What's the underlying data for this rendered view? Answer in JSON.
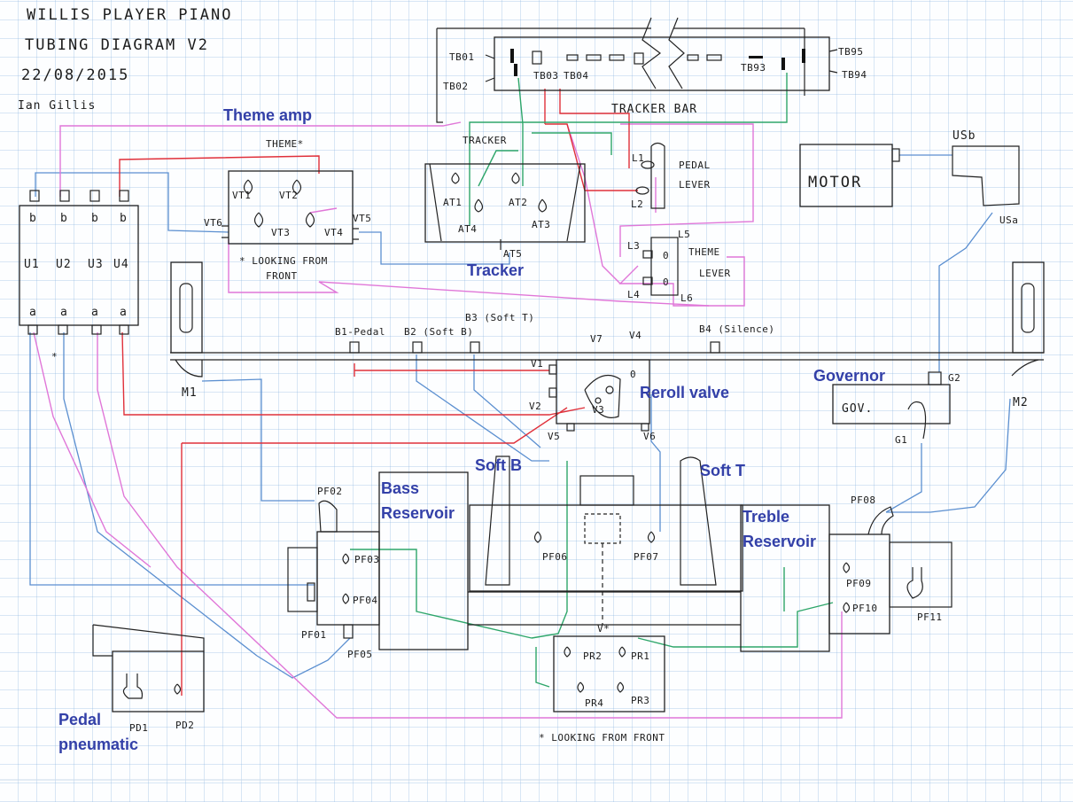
{
  "header": {
    "line1": "WILLIS PLAYER PIANO",
    "line2": "TUBING DIAGRAM V2",
    "line3": "22/08/2015",
    "line4": "Ian Gillis"
  },
  "labels": {
    "theme_amp": "Theme amp",
    "tracker": "Tracker",
    "reroll_valve": "Reroll valve",
    "governor": "Governor",
    "soft_b": "Soft B",
    "soft_t": "Soft T",
    "bass_res_1": "Bass",
    "bass_res_2": "Reservoir",
    "treble_res_1": "Treble",
    "treble_res_2": "Reservoir",
    "pedal_pn_1": "Pedal",
    "pedal_pn_2": "pneumatic"
  },
  "handwritten": {
    "tb01": "TB01",
    "tb02": "TB02",
    "tb03": "TB03",
    "tb04": "TB04",
    "tb93": "TB93",
    "tb94": "TB94",
    "tb95": "TB95",
    "tracker_bar": "TRACKER BAR",
    "tracker": "TRACKER",
    "themex": "THEME*",
    "vt1": "VT1",
    "vt2": "VT2",
    "vt3": "VT3",
    "vt4": "VT4",
    "vt5": "VT5",
    "vt6": "VT6",
    "looking_front_1": "* LOOKING FROM",
    "looking_front_2": "FRONT",
    "at1": "AT1",
    "at2": "AT2",
    "at3": "AT3",
    "at4": "AT4",
    "at5": "AT5",
    "l1": "L1",
    "l2": "L2",
    "l3": "L3",
    "l4": "L4",
    "l5": "L5",
    "l6": "L6",
    "pedal_1": "PEDAL",
    "pedal_2": "LEVER",
    "theme_1": "THEME",
    "theme_2": "LEVER",
    "motor": "MOTOR",
    "usb": "USb",
    "usa": "USa",
    "b_top": "b",
    "a_bottom": "a",
    "u1": "U1",
    "u2": "U2",
    "u3": "U3",
    "u4": "U4",
    "b1": "B1-Pedal",
    "b2": "B2 (Soft B)",
    "b3": "B3 (Soft T)",
    "b4": "B4 (Silence)",
    "v1": "V1",
    "v2": "V2",
    "v3": "V3",
    "v4": "V4",
    "v5": "V5",
    "v6": "V6",
    "v7": "V7",
    "m1": "M1",
    "m2": "M2",
    "g1": "G1",
    "g2": "G2",
    "gov": "GOV.",
    "pf01": "PF01",
    "pf02": "PF02",
    "pf03": "PF03",
    "pf04": "PF04",
    "pf05": "PF05",
    "pf06": "PF06",
    "pf07": "PF07",
    "pf08": "PF08",
    "pf09": "PF09",
    "pf10": "PF10",
    "pf11": "PF11",
    "pr1": "PR1",
    "pr2": "PR2",
    "pr3": "PR3",
    "pr4": "PR4",
    "vx": "V*",
    "pd1": "PD1",
    "pd2": "PD2",
    "looking_bottom": "* LOOKING FROM FRONT",
    "star": "*",
    "zero": "0"
  },
  "colors": {
    "tube_blue": "#5b8fd0",
    "tube_pink": "#e077d8",
    "tube_red": "#e0303a",
    "tube_green": "#2ea66a",
    "label_blue": "#3340a8",
    "ink": "#222222"
  }
}
